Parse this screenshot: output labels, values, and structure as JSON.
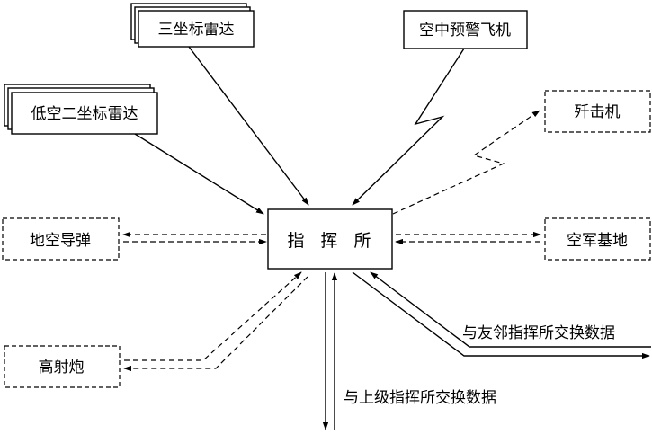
{
  "nodes": {
    "radar3d": "三坐标雷达",
    "awacs": "空中预警飞机",
    "low_radar": "低空二坐标雷达",
    "interceptor": "歼击机",
    "sam": "地空导弹",
    "command": "指 挥 所",
    "airbase": "空军基地",
    "aa_gun": "高射炮"
  },
  "links": {
    "neighbor_exchange": "与友邻指挥所交换数据",
    "superior_exchange": "与上级指挥所交换数据"
  }
}
